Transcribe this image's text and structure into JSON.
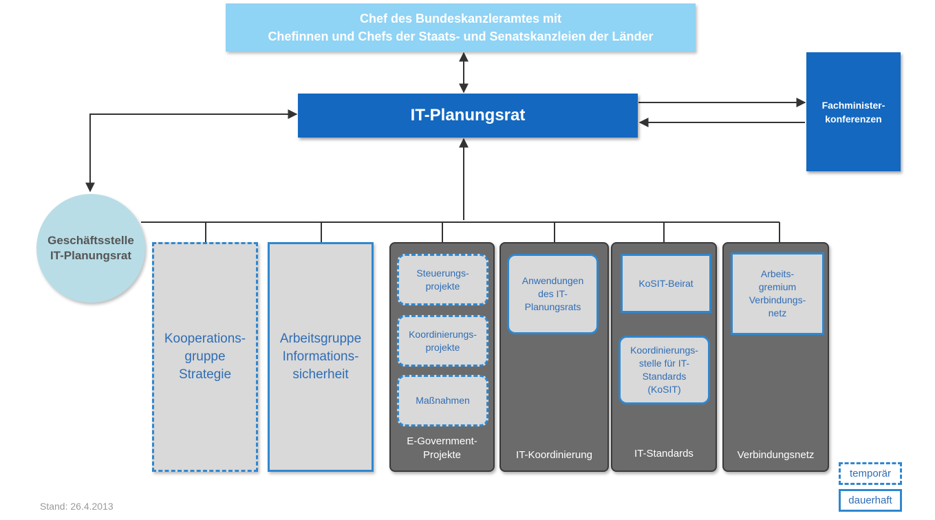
{
  "top_box": {
    "line1": "Chef des Bundeskanzleramtes mit",
    "line2": "Chefinnen und Chefs der Staats- und Senatskanzleien der Länder"
  },
  "it_planungsrat": "IT-Planungsrat",
  "fachminister": {
    "line1": "Fachminister-",
    "line2": "konferenzen"
  },
  "geschaeftsstelle": {
    "line1": "Geschäftsstelle",
    "line2": "IT-Planungsrat"
  },
  "kooperationsgruppe": {
    "line1": "Kooperations-",
    "line2": "gruppe",
    "line3": "Strategie"
  },
  "arbeitsgruppe": {
    "line1": "Arbeitsgruppe",
    "line2": "Informations-",
    "line3": "sicherheit"
  },
  "egov": {
    "label_line1": "E-Government-",
    "label_line2": "Projekte",
    "steuerung": {
      "line1": "Steuerungs-",
      "line2": "projekte"
    },
    "koordinierung": {
      "line1": "Koordinierungs-",
      "line2": "projekte"
    },
    "massnahmen": "Maßnahmen"
  },
  "itkoord": {
    "label": "IT-Koordinierung",
    "anwendungen": {
      "line1": "Anwendungen",
      "line2": "des IT-",
      "line3": "Planungsrats"
    }
  },
  "itstandards": {
    "label": "IT-Standards",
    "beirat": "KoSIT-Beirat",
    "kosit": {
      "line1": "Koordinierungs-",
      "line2": "stelle für IT-",
      "line3": "Standards",
      "line4": "(KoSIT)"
    }
  },
  "verbindungsnetz": {
    "label": "Verbindungsnetz",
    "gremium": {
      "line1": "Arbeits-",
      "line2": "gremium",
      "line3": "Verbindungs-",
      "line4": "netz"
    }
  },
  "legend": {
    "temporaer": "temporär",
    "dauerhaft": "dauerhaft"
  },
  "stand": "Stand: 26.4.2013"
}
